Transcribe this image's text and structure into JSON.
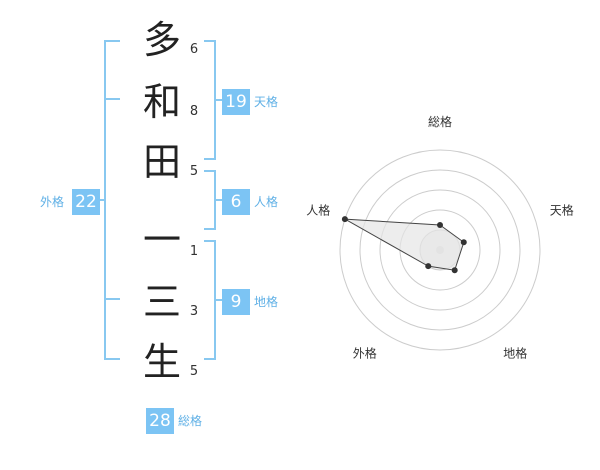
{
  "name": {
    "chars": [
      "多",
      "和",
      "田",
      "一",
      "三",
      "生"
    ],
    "strokes": [
      "6",
      "8",
      "5",
      "1",
      "3",
      "5"
    ]
  },
  "kakusu": {
    "tenkaku": {
      "value": "19",
      "label": "天格"
    },
    "jinkaku": {
      "value": "6",
      "label": "人格"
    },
    "chikaku": {
      "value": "9",
      "label": "地格"
    },
    "gaikaku": {
      "value": "22",
      "label": "外格"
    },
    "soukaku": {
      "value": "28",
      "label": "総格"
    }
  },
  "radar": {
    "axes": [
      "総格",
      "天格",
      "地格",
      "外格",
      "人格"
    ],
    "values": [
      0.25,
      0.25,
      0.25,
      0.2,
      1.0
    ],
    "colors": {
      "stroke": "#444444",
      "fill": "#e6e6e6",
      "ring": "#cccccc",
      "center": "#dddddd"
    }
  }
}
